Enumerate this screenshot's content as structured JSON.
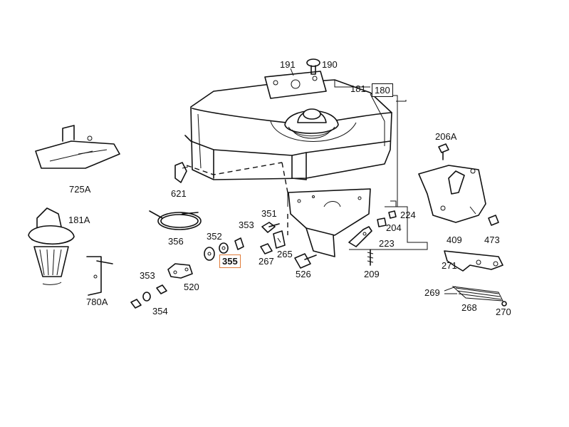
{
  "highlight_color": "#e07b39",
  "labels": {
    "p191": "191",
    "p190": "190",
    "p181": "181",
    "p180": "180",
    "p206a": "206A",
    "p725a": "725A",
    "p621": "621",
    "p181a": "181A",
    "p351": "351",
    "p224": "224",
    "p353a": "353",
    "p352": "352",
    "p204": "204",
    "p356": "356",
    "p409": "409",
    "p473": "473",
    "p223": "223",
    "p265": "265",
    "p355": "355",
    "p267": "267",
    "p526": "526",
    "p209": "209",
    "p271": "271",
    "p353b": "353",
    "p520": "520",
    "p780a": "780A",
    "p269": "269",
    "p354": "354",
    "p268": "268",
    "p270": "270"
  }
}
